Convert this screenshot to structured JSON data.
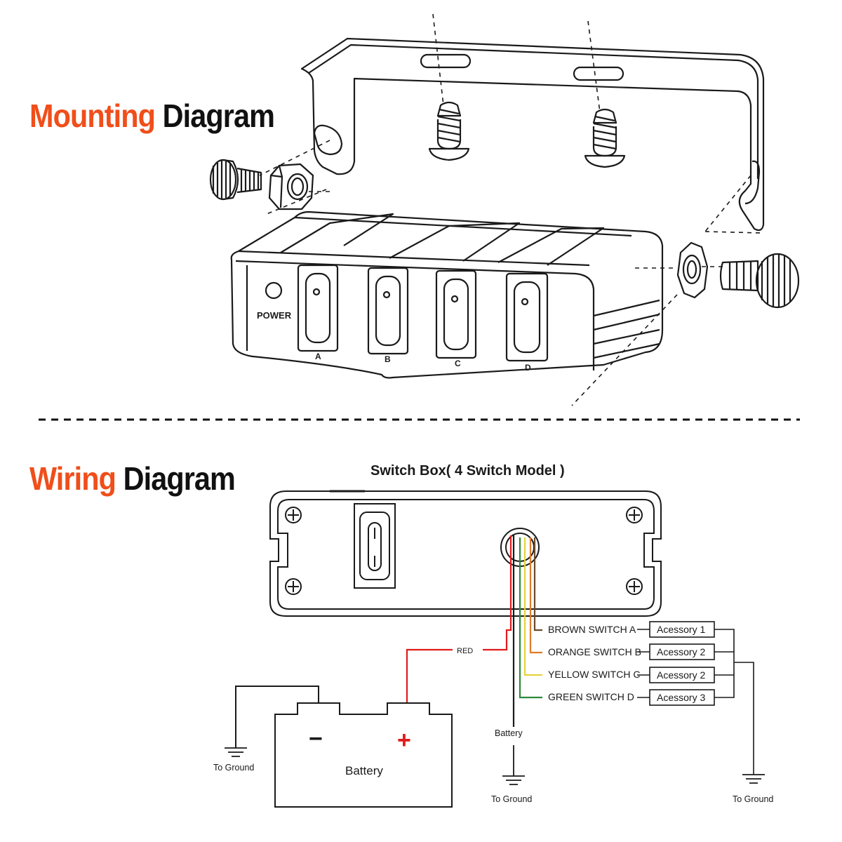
{
  "mounting": {
    "heading_accent": "Mounting",
    "heading_rest": "Diagram",
    "power_label": "POWER",
    "switch_labels": [
      "A",
      "B",
      "C",
      "D"
    ]
  },
  "wiring": {
    "heading_accent": "Wiring",
    "heading_rest": "Diagram",
    "box_title": "Switch Box( 4 Switch Model )",
    "red_label": "RED",
    "wires": [
      {
        "label": "BROWN SWITCH A",
        "color": "#6b4a2a",
        "accessory": "Acessory 1"
      },
      {
        "label": "ORANGE SWITCH B",
        "color": "#e07b2a",
        "accessory": "Acessory 2"
      },
      {
        "label": "YELLOW SWITCH C",
        "color": "#e6d23a",
        "accessory": "Acessory 2"
      },
      {
        "label": "GREEN SWITCH D",
        "color": "#2e8a3a",
        "accessory": "Acessory 3"
      }
    ],
    "battery_label": "Battery",
    "battery_wire_label": "Battery",
    "minus_sign": "−",
    "plus_sign": "+",
    "ground_labels": [
      "To Ground",
      "To Ground",
      "To Ground"
    ]
  },
  "colors": {
    "accent": "#f04e1a",
    "red_wire": "#e01b1b",
    "line": "#1a1a1a"
  }
}
